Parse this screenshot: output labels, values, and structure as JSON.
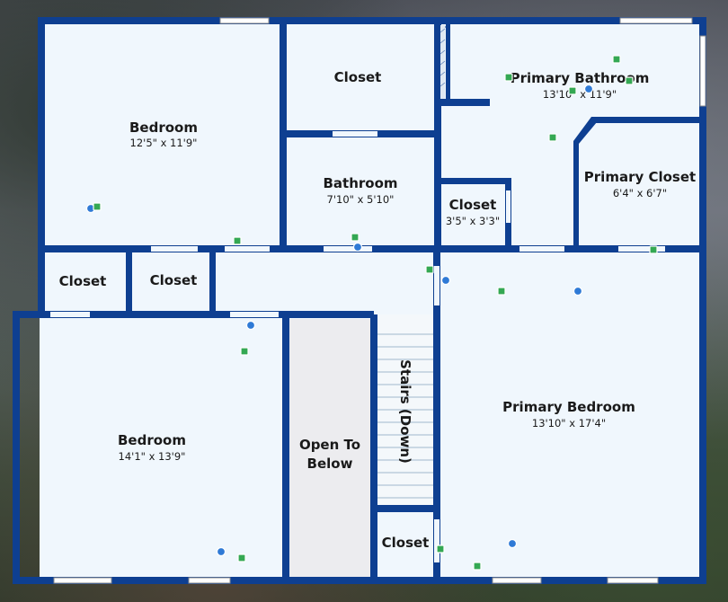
{
  "rooms": {
    "bedroom_nw": {
      "name": "Bedroom",
      "dims": "12'5\" x 11'9\""
    },
    "closet_top": {
      "name": "Closet"
    },
    "bathroom": {
      "name": "Bathroom",
      "dims": "7'10\" x 5'10\""
    },
    "primary_bathroom": {
      "name": "Primary Bathroom",
      "dims": "13'10\" x 11'9\""
    },
    "closet_small": {
      "name": "Closet",
      "dims": "3'5\" x 3'3\""
    },
    "primary_closet": {
      "name": "Primary Closet",
      "dims": "6'4\" x 6'7\""
    },
    "closet_left_1": {
      "name": "Closet"
    },
    "closet_left_2": {
      "name": "Closet"
    },
    "bedroom_sw": {
      "name": "Bedroom",
      "dims": "14'1\" x 13'9\""
    },
    "open_below": {
      "line1": "Open To",
      "line2": "Below"
    },
    "stairs": {
      "name": "Stairs (Down)"
    },
    "closet_bottom": {
      "name": "Closet"
    },
    "primary_bedroom": {
      "name": "Primary Bedroom",
      "dims": "13'10\" x 17'4\""
    }
  },
  "colors": {
    "wall": "#0e3f91",
    "floor": "#f0f7fd",
    "camera_marker": "#2f7ad6",
    "sensor_marker": "#34a853"
  },
  "markers": {
    "camera_icon": "blue-dot-icon",
    "sensor_icon": "green-square-icon"
  }
}
